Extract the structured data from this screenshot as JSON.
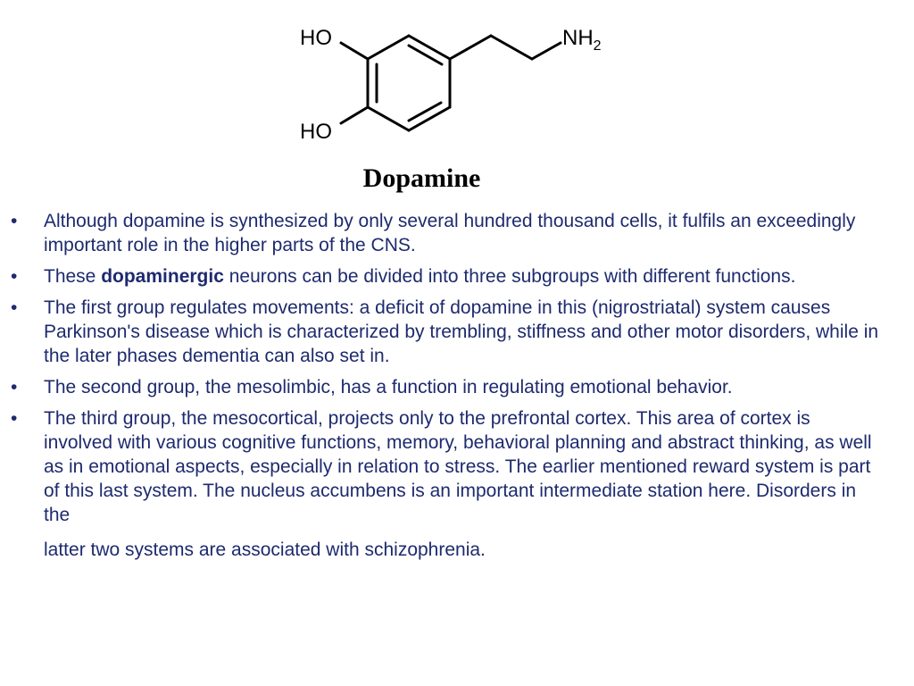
{
  "molecule": {
    "label_ho_top": "HO",
    "label_ho_bottom": "HO",
    "label_nh": "NH",
    "label_nh_sub": "2"
  },
  "title": "Dopamine",
  "bullets": [
    {
      "marker": "•",
      "text": "Although dopamine is synthesized by only several hundred thousand cells, it fulfils an exceedingly important role in the higher parts of the CNS."
    },
    {
      "marker": "•",
      "text_before": "These ",
      "bold": "dopaminergic",
      "text_after": " neurons can be divided into three subgroups with different functions."
    },
    {
      "marker": "•",
      "text": "The first group regulates movements: a deficit of dopamine in this (nigrostriatal) system causes Parkinson's disease which is characterized by trembling, stiffness and other motor disorders, while in the later phases dementia can also set in."
    },
    {
      "marker": "•",
      "text": "The second group, the mesolimbic, has a function in regulating emotional behavior."
    },
    {
      "marker": "•",
      "text_part1": "The third group, the mesocortical, projects only to the prefrontal cortex. This area of cortex is involved with various cognitive functions, memory, behavioral planning and abstract thinking, as well as in emotional aspects, especially in relation to stress. The earlier mentioned reward system is part of this last system.   The nucleus accumbens is an important intermediate station here. Disorders in the",
      "text_part2": "latter two systems are associated with schizophrenia."
    }
  ]
}
